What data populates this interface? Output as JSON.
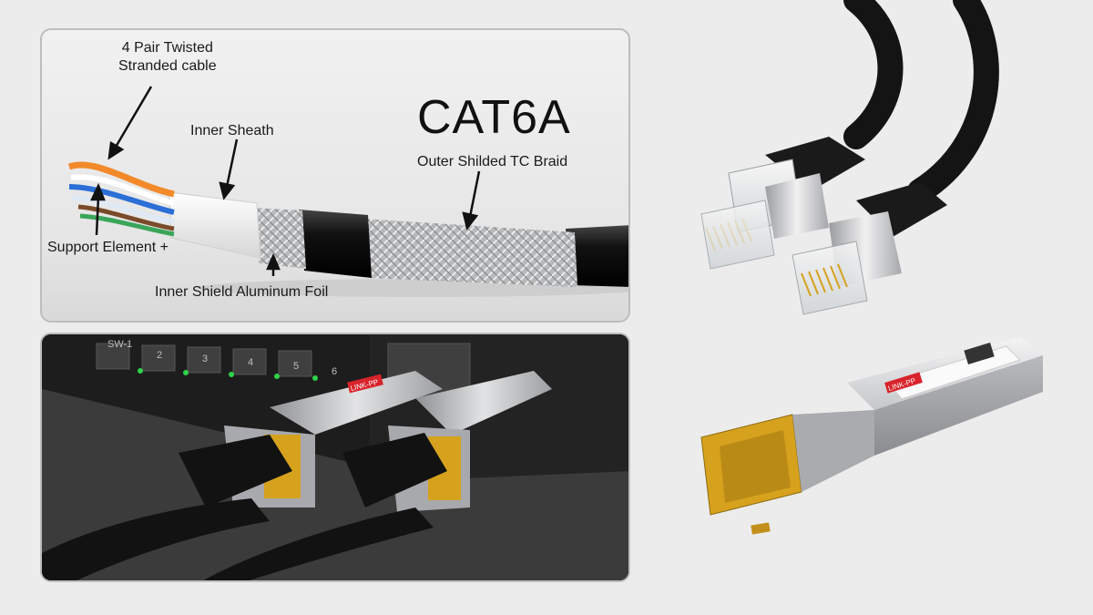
{
  "diagram": {
    "title": "CAT6A",
    "labels": {
      "twisted_pair": [
        "4 Pair Twisted",
        "Stranded cable"
      ],
      "inner_sheath": "Inner Sheath",
      "outer_braid": "Outer Shilded TC Braid",
      "support_element": "Support Element +",
      "inner_shield": "Inner Shield Aluminum Foil"
    }
  },
  "photo": {
    "switch_port_labels": [
      "SW-1",
      "2",
      "3",
      "4",
      "5",
      "6"
    ],
    "module_brand": "LINK-PP"
  },
  "colors": {
    "background": "#ececec",
    "panel_border": "#bdbdbd",
    "brand_red": "#d8232a",
    "connector_gold": "#d6a21e",
    "cable_black": "#161616",
    "metal_silver": "#c9cbcd"
  }
}
